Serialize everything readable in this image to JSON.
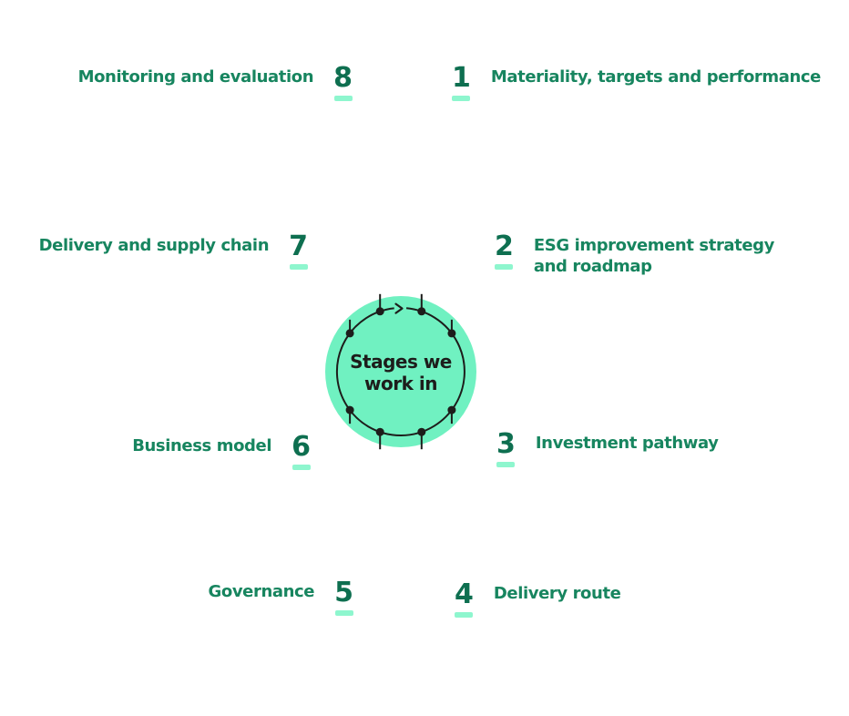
{
  "diagram": {
    "center": {
      "line1": "Stages we",
      "line2": "work in"
    },
    "stages": [
      {
        "number": "1",
        "label": "Materiality, targets and performance"
      },
      {
        "number": "2",
        "label": "ESG improvement strategy\nand roadmap"
      },
      {
        "number": "3",
        "label": "Investment pathway"
      },
      {
        "number": "4",
        "label": "Delivery route"
      },
      {
        "number": "5",
        "label": "Governance"
      },
      {
        "number": "6",
        "label": "Business model"
      },
      {
        "number": "7",
        "label": "Delivery and supply chain"
      },
      {
        "number": "8",
        "label": "Monitoring and evaluation"
      }
    ],
    "colors": {
      "label_green": "#17855f",
      "number_green": "#0e6f50",
      "mint": "#70f1c1",
      "underline_mint": "#8ef6ce",
      "ink": "#1d1d1b"
    }
  }
}
